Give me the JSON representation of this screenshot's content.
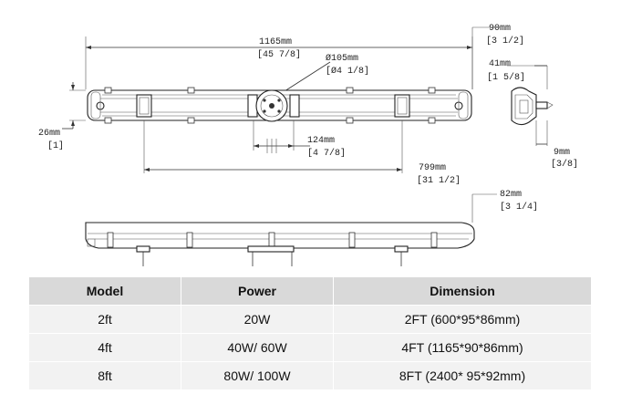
{
  "dimensions": {
    "length_mm": "1165mm",
    "length_in": "[45 7/8]",
    "hole_mm": "Ø105mm",
    "hole_in": "[Ø4 1/8]",
    "height_mm": "26mm",
    "height_in": "[1]",
    "hole_span_mm": "124mm",
    "hole_span_in": "[4 7/8]",
    "clip_span_mm": "799mm",
    "clip_span_in": "[31 1/2]",
    "width_mm": "90mm",
    "width_in": "[3 1/2]",
    "depth_mm": "41mm",
    "depth_in": "[1 5/8]",
    "lip_mm": "9mm",
    "lip_in": "[3/8]",
    "side_height_mm": "82mm",
    "side_height_in": "[3 1/4]"
  },
  "table": {
    "headers": [
      "Model",
      "Power",
      "Dimension"
    ],
    "rows": [
      [
        "2ft",
        "20W",
        "2FT (600*95*86mm)"
      ],
      [
        "4ft",
        "40W/ 60W",
        "4FT (1165*90*86mm)"
      ],
      [
        "8ft",
        "80W/ 100W",
        "8FT (2400* 95*92mm)"
      ]
    ]
  }
}
